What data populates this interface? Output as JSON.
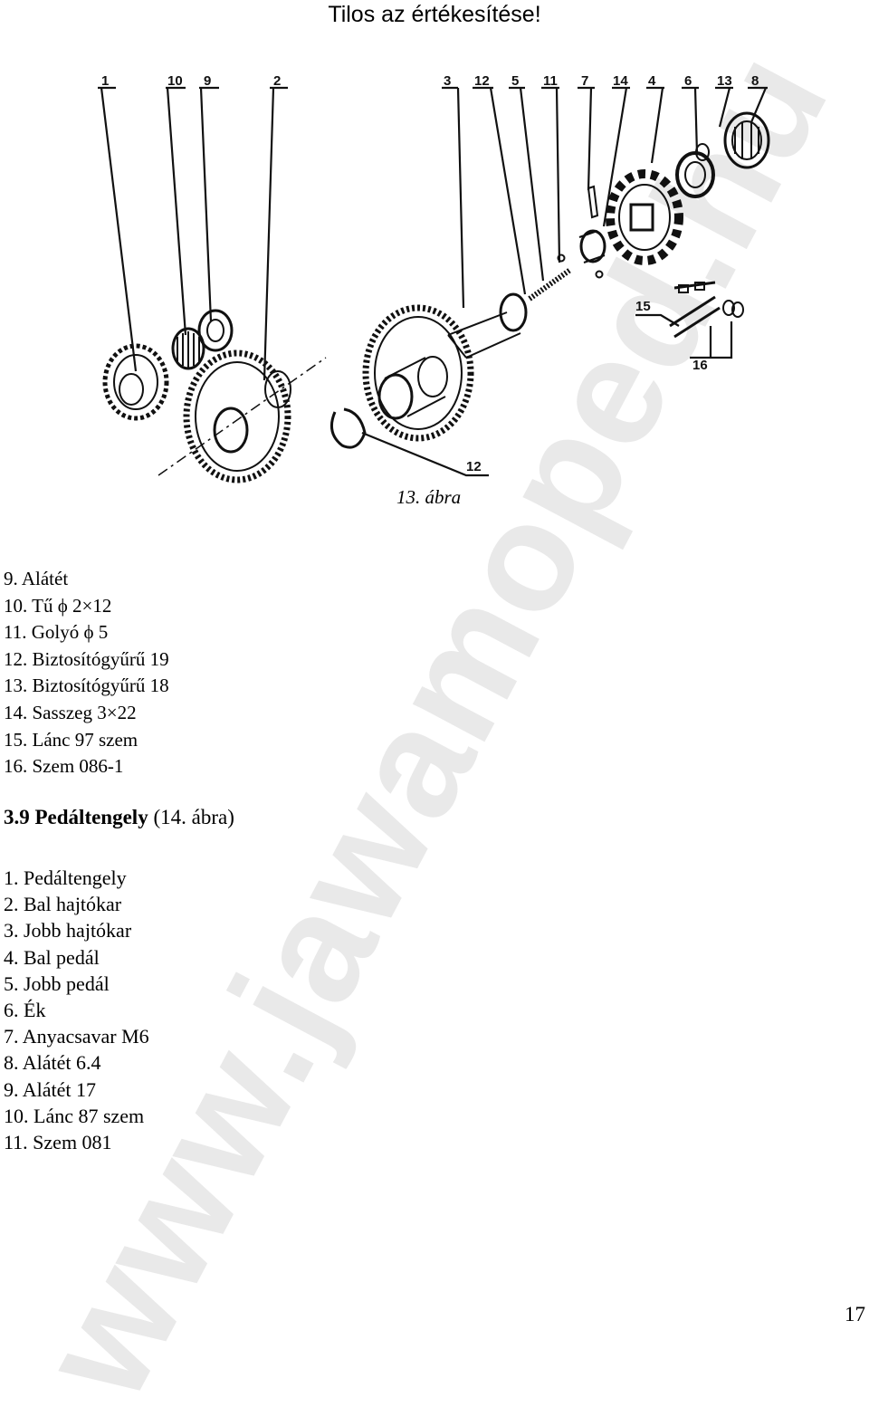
{
  "header": {
    "title": "Tilos az értékesítése!"
  },
  "watermark": {
    "text": "www.jawamoped.hu"
  },
  "diagram": {
    "callouts": [
      "1",
      "10",
      "9",
      "2",
      "3",
      "12",
      "5",
      "11",
      "7",
      "14",
      "4",
      "6",
      "13",
      "8",
      "15",
      "16",
      "12"
    ]
  },
  "figure": {
    "caption": "13. ábra"
  },
  "parts_list_1": [
    "9. Alátét",
    "10. Tű ϕ 2×12",
    "11. Golyó ϕ 5",
    "12. Biztosítógyűrű 19",
    "13. Biztosítógyűrű 18",
    "14. Sasszeg 3×22",
    "15. Lánc 97 szem",
    "16. Szem 086-1"
  ],
  "section": {
    "number_title": "3.9 Pedáltengely",
    "figure_ref": "(14. ábra)"
  },
  "parts_list_2": [
    "1. Pedáltengely",
    "2. Bal hajtókar",
    "3. Jobb hajtókar",
    "4. Bal pedál",
    "5. Jobb pedál",
    "6. Ék",
    "7. Anyacsavar M6",
    "8. Alátét 6.4",
    "9. Alátét 17",
    "10. Lánc 87 szem",
    "11. Szem 081"
  ],
  "footer": {
    "page_number": "17"
  }
}
